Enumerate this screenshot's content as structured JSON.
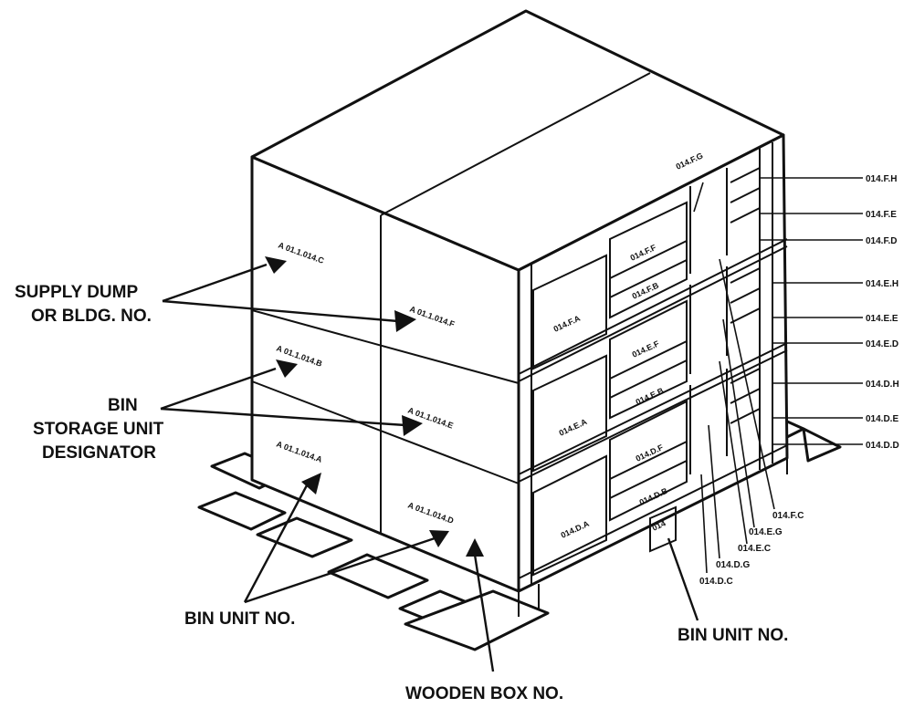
{
  "callouts": {
    "supply_dump": [
      "SUPPLY DUMP",
      "OR BLDG. NO."
    ],
    "bin_storage": [
      "BIN",
      "STORAGE UNIT",
      "DESIGNATOR"
    ],
    "bin_unit_left": "BIN UNIT NO.",
    "bin_unit_right": "BIN UNIT NO.",
    "wooden_box": "WOODEN BOX NO."
  },
  "box_labels": {
    "c": "A 01.1.014.C",
    "f": "A 01.1.014.F",
    "b": "A 01.1.014.B",
    "e": "A 01.1.014.E",
    "a": "A 01.1.014.A",
    "d": "A 01.1.014.D"
  },
  "bin_labels": {
    "fa": "014.F.A",
    "ff": "014.F.F",
    "fb": "014.F.B",
    "fg": "014.F.G",
    "ea": "014.E.A",
    "ef": "014.E.F",
    "eb": "014.E.B",
    "da": "014.D.A",
    "df": "014.D.F",
    "db": "014.D.B",
    "unit": "014"
  },
  "right_labels": [
    "014.F.H",
    "014.F.E",
    "014.F.D",
    "014.E.H",
    "014.E.E",
    "014.E.D",
    "014.D.H",
    "014.D.E",
    "014.D.D"
  ],
  "bottom_labels": [
    "014.F.C",
    "014.E.G",
    "014.E.C",
    "014.D.G",
    "014.D.C"
  ]
}
